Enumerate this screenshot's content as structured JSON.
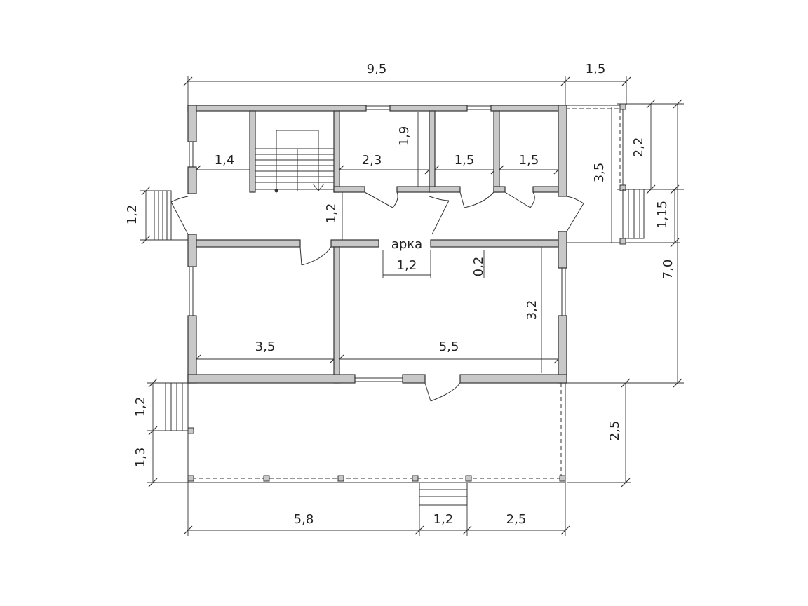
{
  "plan": {
    "labels": {
      "top_width": "9,5",
      "top_porch": "1,5",
      "room1": "1,4",
      "stair_h": "1,9",
      "room2": "2,3",
      "room3": "1,5",
      "room4": "1,5",
      "porch_depth_right": "3,5",
      "porch_right_upper": "2,2",
      "left_steps": "1,2",
      "hall_depth": "1,2",
      "arch": "арка",
      "arch_width": "1,2",
      "offset": "0,2",
      "right_steps": "1,15",
      "total_height": "7,0",
      "living_h": "3,2",
      "room_left": "3,5",
      "room_right": "5,5",
      "terrace_steps_left": "1,2",
      "terrace_depth": "2,5",
      "terrace_left_offset": "1,3",
      "bottom_left": "5,8",
      "bottom_steps": "1,2",
      "bottom_right": "2,5"
    }
  }
}
